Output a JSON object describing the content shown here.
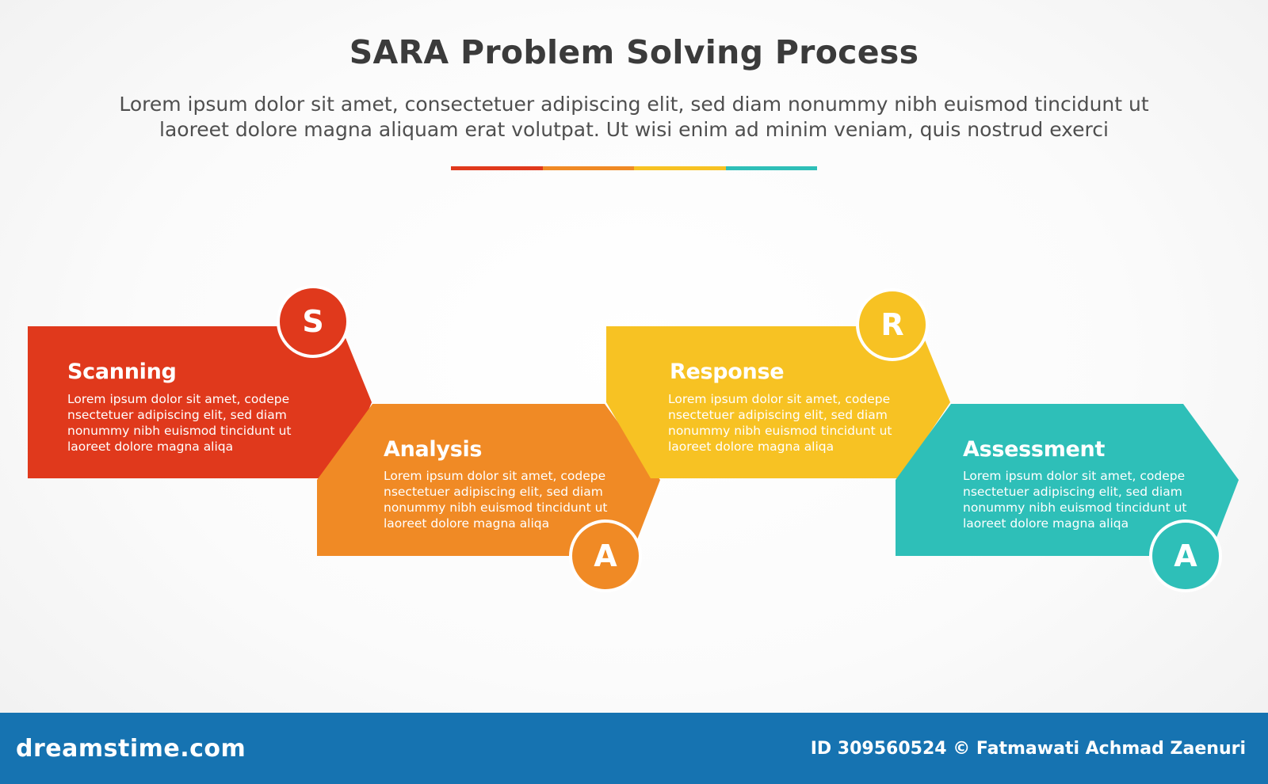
{
  "header": {
    "title": "SARA Problem Solving Process",
    "subtitle": "Lorem ipsum dolor sit amet, consectetuer adipiscing elit, sed diam nonummy nibh euismod tincidunt ut laoreet dolore magna aliquam erat volutpat. Ut wisi enim ad minim veniam, quis nostrud exerci"
  },
  "divider_colors": [
    "#e0391c",
    "#f08a25",
    "#f7c223",
    "#2ebfb8"
  ],
  "steps": [
    {
      "letter": "S",
      "title": "Scanning",
      "description": "Lorem ipsum dolor sit amet, codepe nsectetuer adipiscing elit, sed diam nonummy nibh euismod tincidunt ut laoreet dolore magna aliqa",
      "color": "#e0391c"
    },
    {
      "letter": "A",
      "title": "Analysis",
      "description": "Lorem ipsum dolor sit amet, codepe nsectetuer adipiscing elit, sed diam nonummy nibh euismod tincidunt ut laoreet dolore magna aliqa",
      "color": "#f08a25"
    },
    {
      "letter": "R",
      "title": "Response",
      "description": "Lorem ipsum dolor sit amet, codepe nsectetuer adipiscing elit, sed diam nonummy nibh euismod tincidunt ut laoreet dolore magna aliqa",
      "color": "#f7c223"
    },
    {
      "letter": "A",
      "title": "Assessment",
      "description": "Lorem ipsum dolor sit amet, codepe nsectetuer adipiscing elit, sed diam nonummy nibh euismod tincidunt ut laoreet dolore magna aliqa",
      "color": "#2ebfb8"
    }
  ],
  "footer": {
    "logo": "dreamstime.com",
    "credit": "ID 309560524 © Fatmawati  Achmad Zaenuri"
  }
}
